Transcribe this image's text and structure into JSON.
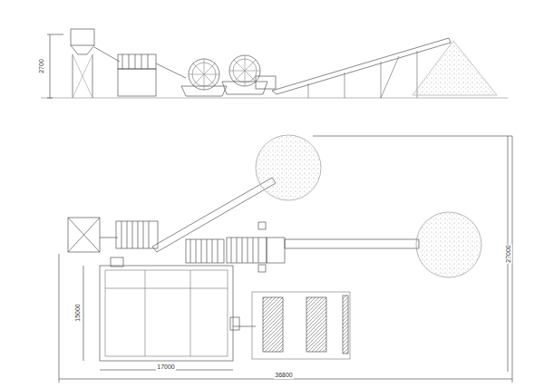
{
  "diagram": {
    "labels": [
      "2700",
      "15000",
      "17000",
      "36800",
      "27000"
    ]
  }
}
